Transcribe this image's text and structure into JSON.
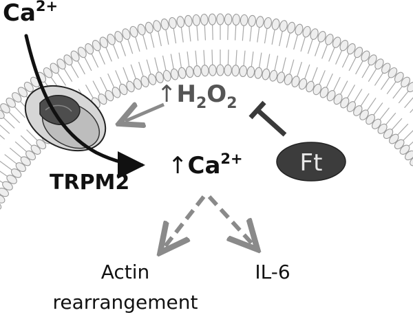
{
  "labels": {
    "ca_ext": {
      "base": "Ca",
      "sup": "2+"
    },
    "h2o2": {
      "arrow": "↑",
      "h": "H",
      "sub1": "2",
      "o": "O",
      "sub2": "2"
    },
    "ca_int": {
      "arrow": "↑",
      "base": "Ca",
      "sup": "2+"
    },
    "channel": "TRPM2",
    "ft": "Ft",
    "actin_line1": "Actin",
    "actin_line2": "rearrangement",
    "il6": "IL-6"
  },
  "colors": {
    "lipid_head_fill": "#eeeeee",
    "lipid_head_stroke": "#9a9a9a",
    "ft_fill": "#3c3c3c",
    "grey_arrow": "#8a8a8a",
    "inhibit": "#3a3a3a",
    "text": "#111111"
  },
  "icons": {
    "membrane": "lipid-bilayer-icon",
    "channel": "trpm2-channel-icon",
    "ft": "ft-ellipse-icon"
  }
}
